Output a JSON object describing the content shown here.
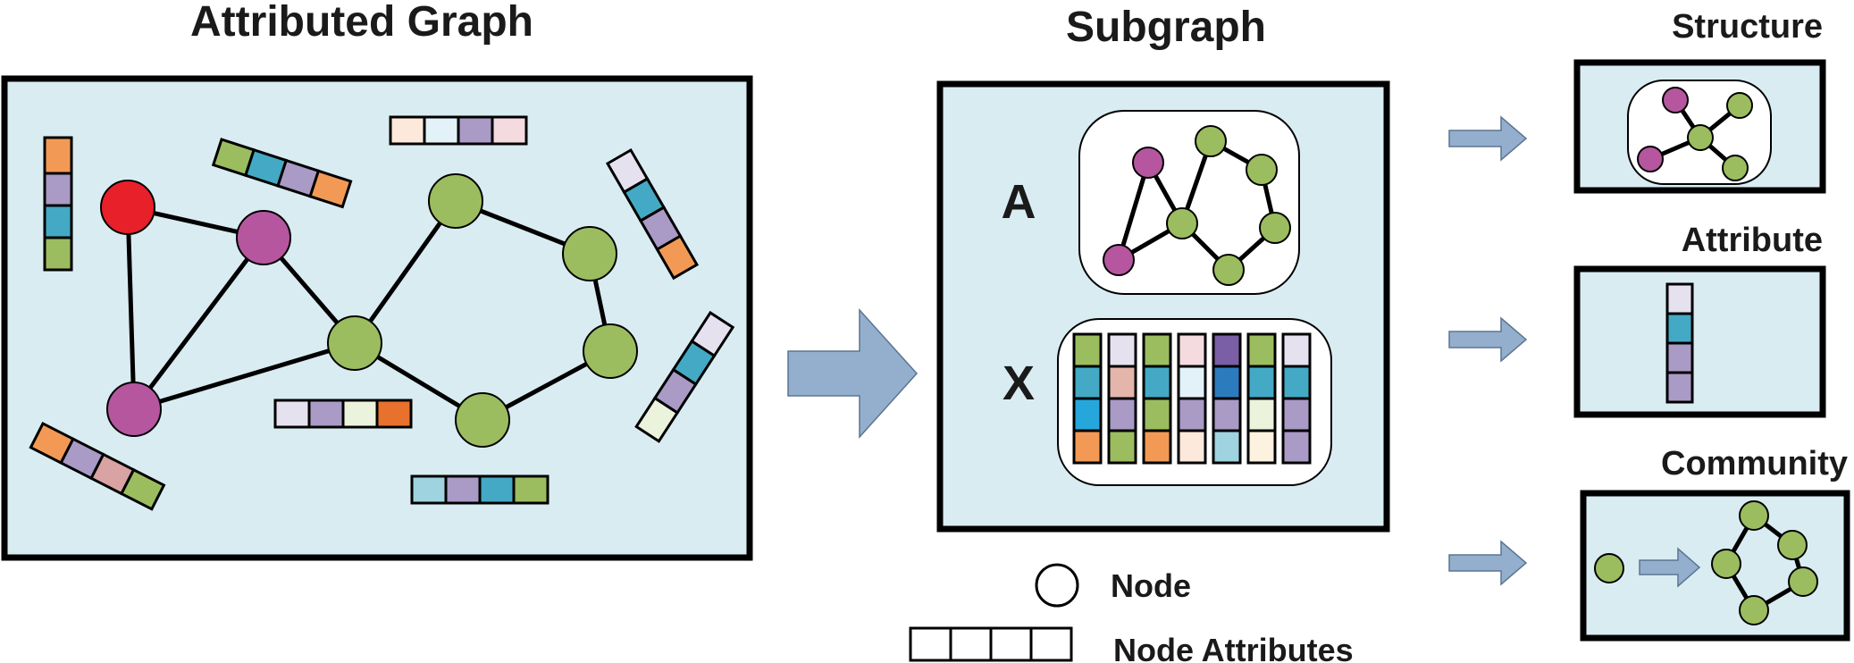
{
  "titles": {
    "attributed_graph": "Attributed Graph",
    "subgraph": "Subgraph",
    "structure": "Structure",
    "attribute": "Attribute",
    "community": "Community"
  },
  "subgraph_labels": {
    "adjacency": "A",
    "features": "X"
  },
  "legend": {
    "node": "Node",
    "node_attributes": "Node Attributes"
  },
  "colors": {
    "panel_fill": "#d9ecf2",
    "red_node": "#e8202a",
    "magenta_node": "#b5569f",
    "green_node": "#9bbd5f",
    "arrow_fill": "#94afce",
    "orange": "#f29a55",
    "lavender": "#a99ac6",
    "teal": "#44a9c4",
    "green": "#9bbd5f",
    "light_lavender": "#e6e1ef",
    "peach": "#fde9dc",
    "light_blue": "#e2f2f8",
    "pink": "#f3dbe0",
    "dusty_pink": "#d9a3a3",
    "light_green": "#ecf3dc",
    "dark_orange": "#e8712d",
    "light_teal": "#9fd3e0",
    "salmon": "#e3b5ab",
    "sky_blue": "#26a7dc",
    "purple": "#7a5ea6",
    "blue": "#2c7bbf",
    "cream": "#fdf1df"
  }
}
